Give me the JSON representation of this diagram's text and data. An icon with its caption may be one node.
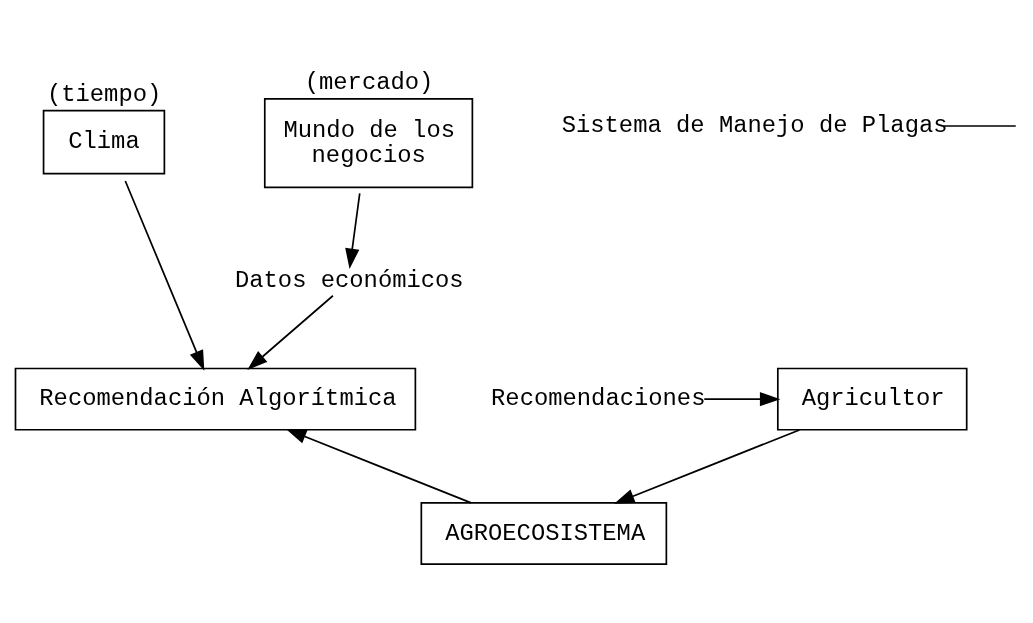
{
  "diagram": {
    "nodes": [
      {
        "text": [
          "Clima"
        ],
        "beside": [
          "(tiempo)"
        ]
      },
      {
        "text": [
          "Mundo de los negocios"
        ],
        "beside": [
          "(mercado)"
        ]
      },
      {
        "text": [
          "Datos económicos"
        ]
      },
      {
        "text": [
          "Sistema de Manejo de Plagas"
        ]
      },
      {
        "text": [
          "Recomendación Algorítmica"
        ]
      },
      {
        "text": [
          "Recomendaciones"
        ]
      },
      {
        "text": [
          "Agricultor"
        ]
      },
      {
        "text": [
          "AGROECOSISTEMA"
        ]
      }
    ],
    "edges": [
      {
        "from": 0,
        "to": 4,
        "arrow": "to"
      },
      {
        "from": 1,
        "to": 2,
        "arrow": "to"
      },
      {
        "from": 2,
        "to": 4,
        "arrow": "to"
      },
      {
        "from": 3,
        "to": null,
        "arrow": "none"
      },
      {
        "from": 5,
        "to": 6,
        "arrow": "to"
      },
      {
        "from": 6,
        "to": 7,
        "arrow": "to"
      },
      {
        "from": 7,
        "to": 4,
        "arrow": "to"
      }
    ]
  }
}
